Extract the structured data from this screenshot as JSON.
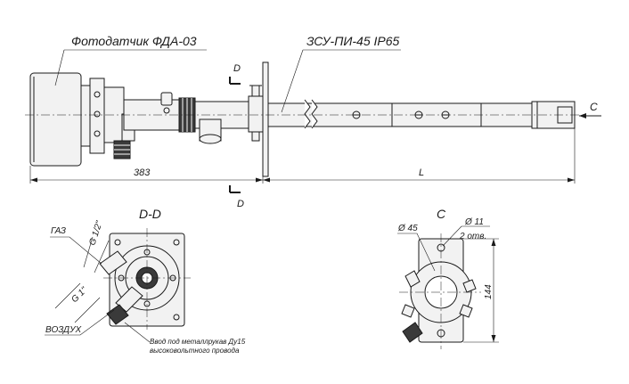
{
  "labels": {
    "photosensor": "Фотодатчик ФДА-03",
    "igniter": "ЗСУ-ПИ-45 IP65",
    "section_mark_top": "D",
    "section_mark_bottom": "D",
    "view_mark_c": "C",
    "dim_383": "383",
    "dim_l": "L",
    "section_dd_title": "D-D",
    "view_c_title": "C",
    "gas": "ГАЗ",
    "thread_g12": "G 1/2\"",
    "thread_g1": "G 1\"",
    "air": "ВОЗДУХ",
    "note_line1": "Ввод под металлрукав Ду15",
    "note_line2": "высоковольтного провода",
    "dia_45": "Ø 45",
    "dia_11": "Ø 11",
    "holes": "2 отв.",
    "dim_144": "144"
  },
  "colors": {
    "line": "#1a1a1a",
    "fill": "#f2f2f2",
    "dark": "#3a3a3a"
  }
}
